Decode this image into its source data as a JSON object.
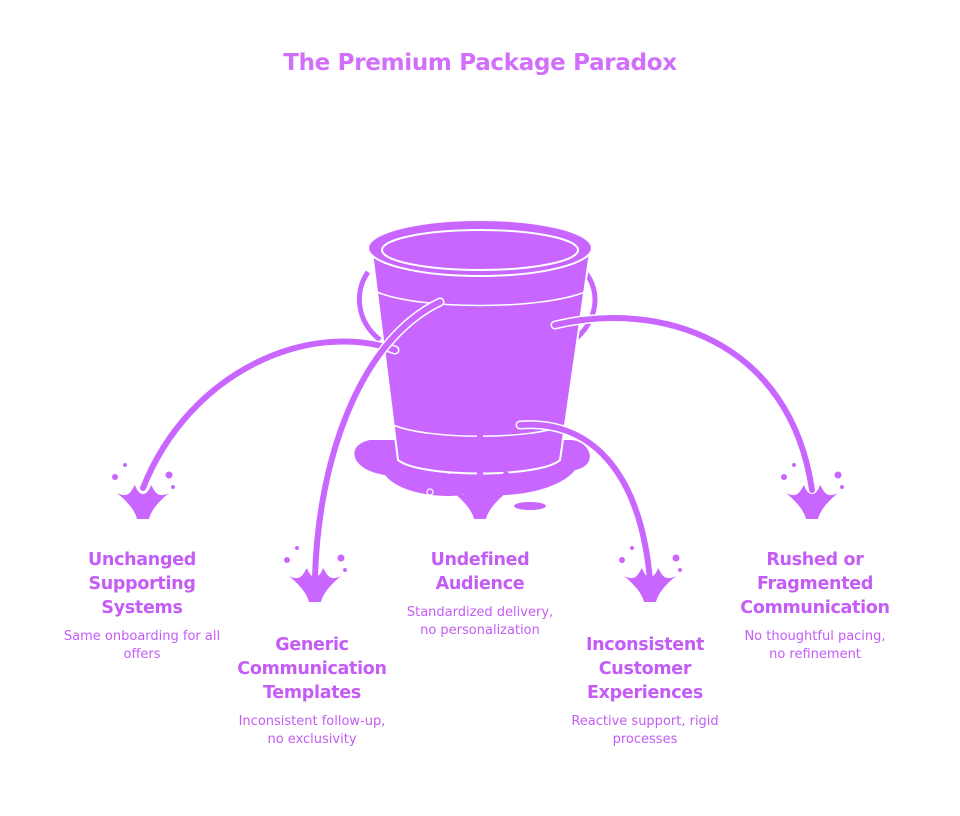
{
  "title": "The Premium Package Paradox",
  "colors": {
    "primary": "#c966ff",
    "text": "#c45cf5",
    "title": "#d16ffb",
    "outline": "#ffffff"
  },
  "items": [
    {
      "title": "Unchanged Supporting Systems",
      "description": "Same onboarding for all offers"
    },
    {
      "title": "Generic Communication Templates",
      "description": "Inconsistent follow-up, no exclusivity"
    },
    {
      "title": "Undefined Audience",
      "description": "Standardized delivery, no personalization"
    },
    {
      "title": "Inconsistent Customer Experiences",
      "description": "Reactive support, rigid processes"
    },
    {
      "title": "Rushed or Fragmented Communication",
      "description": "No thoughtful pacing, no refinement"
    }
  ]
}
